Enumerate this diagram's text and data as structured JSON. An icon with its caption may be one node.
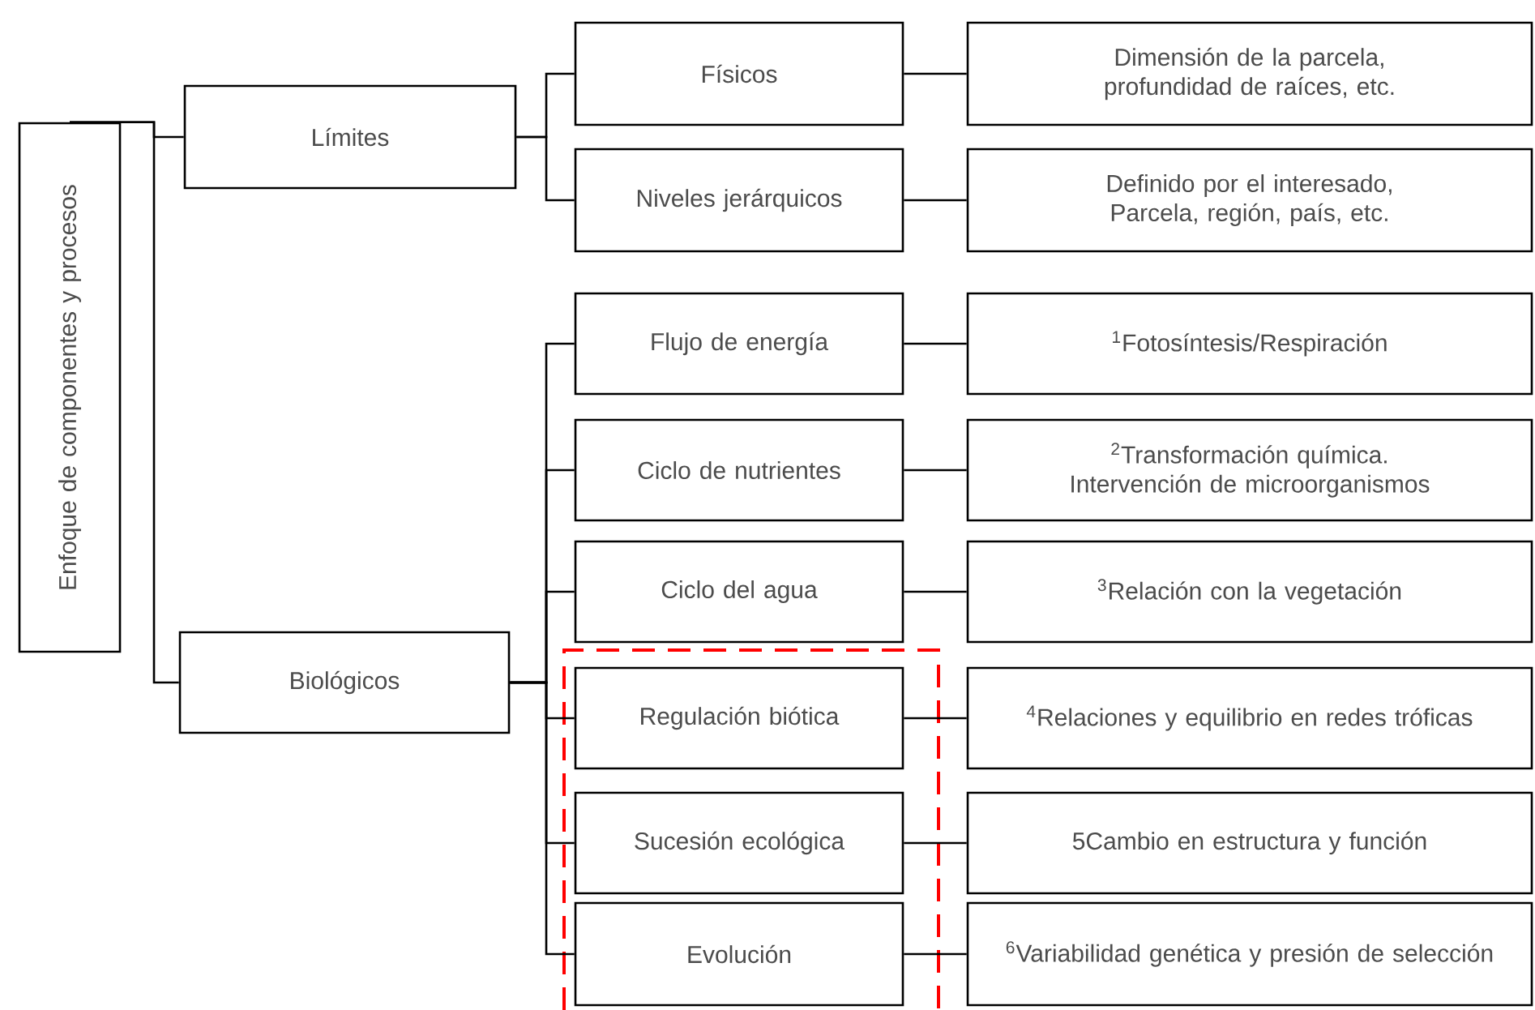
{
  "diagram": {
    "nodes": [
      {
        "text": [
          "Enfoque de componentes y procesos"
        ]
      },
      {
        "text": [
          "Límites"
        ]
      },
      {
        "text": [
          "Biológicos"
        ]
      },
      {
        "text": [
          "Físicos"
        ]
      },
      {
        "text": [
          "Dimensión de la parcela, profundidad de raíces, etc."
        ]
      },
      {
        "text": [
          "Niveles jerárquicos"
        ]
      },
      {
        "text": [
          "Definido por el interesado, Parcela, región, país, etc."
        ]
      },
      {
        "text": [
          "Flujo de energía"
        ]
      },
      {
        "text": [
          "$^{1}$Fotosíntesis/Respiración"
        ]
      },
      {
        "text": [
          "Ciclo de nutrientes"
        ]
      },
      {
        "text": [
          "$^{2}$Transformación química. Intervención de microorganismos"
        ]
      },
      {
        "text": [
          "Ciclo del agua"
        ]
      },
      {
        "text": [
          "$^{3}$Relación con la vegetación"
        ]
      },
      {
        "text": [
          "Regulación biótica"
        ]
      },
      {
        "text": [
          "$^{4}$Relaciones y equilibrio en redes tróficas"
        ]
      },
      {
        "text": [
          "Sucesión ecológica"
        ]
      },
      {
        "text": [
          "5Cambio en estructura y función"
        ]
      },
      {
        "text": [
          "Evolución"
        ]
      },
      {
        "text": [
          "$^{6}$Variabilidad genética y presión de selección"
        ]
      }
    ],
    "edges": [
      {
        "from": 0,
        "to": 1,
        "arrow": "none"
      },
      {
        "from": 0,
        "to": 2,
        "arrow": "none"
      },
      {
        "from": 1,
        "to": 3,
        "arrow": "none"
      },
      {
        "from": 1,
        "to": 5,
        "arrow": "none"
      },
      {
        "from": 2,
        "to": 7,
        "arrow": "none"
      },
      {
        "from": 2,
        "to": 9,
        "arrow": "none"
      },
      {
        "from": 2,
        "to": 11,
        "arrow": "none"
      },
      {
        "from": 2,
        "to": 13,
        "arrow": "none"
      },
      {
        "from": 2,
        "to": 15,
        "arrow": "none"
      },
      {
        "from": 2,
        "to": 17,
        "arrow": "none"
      },
      {
        "from": 3,
        "to": 4,
        "arrow": "none"
      },
      {
        "from": 5,
        "to": 6,
        "arrow": "none"
      },
      {
        "from": 7,
        "to": 8,
        "arrow": "none"
      },
      {
        "from": 9,
        "to": 10,
        "arrow": "none"
      },
      {
        "from": 11,
        "to": 12,
        "arrow": "none"
      },
      {
        "from": 13,
        "to": 14,
        "arrow": "none"
      },
      {
        "from": 15,
        "to": 16,
        "arrow": "none"
      },
      {
        "from": 17,
        "to": 18,
        "arrow": "none"
      }
    ]
  }
}
